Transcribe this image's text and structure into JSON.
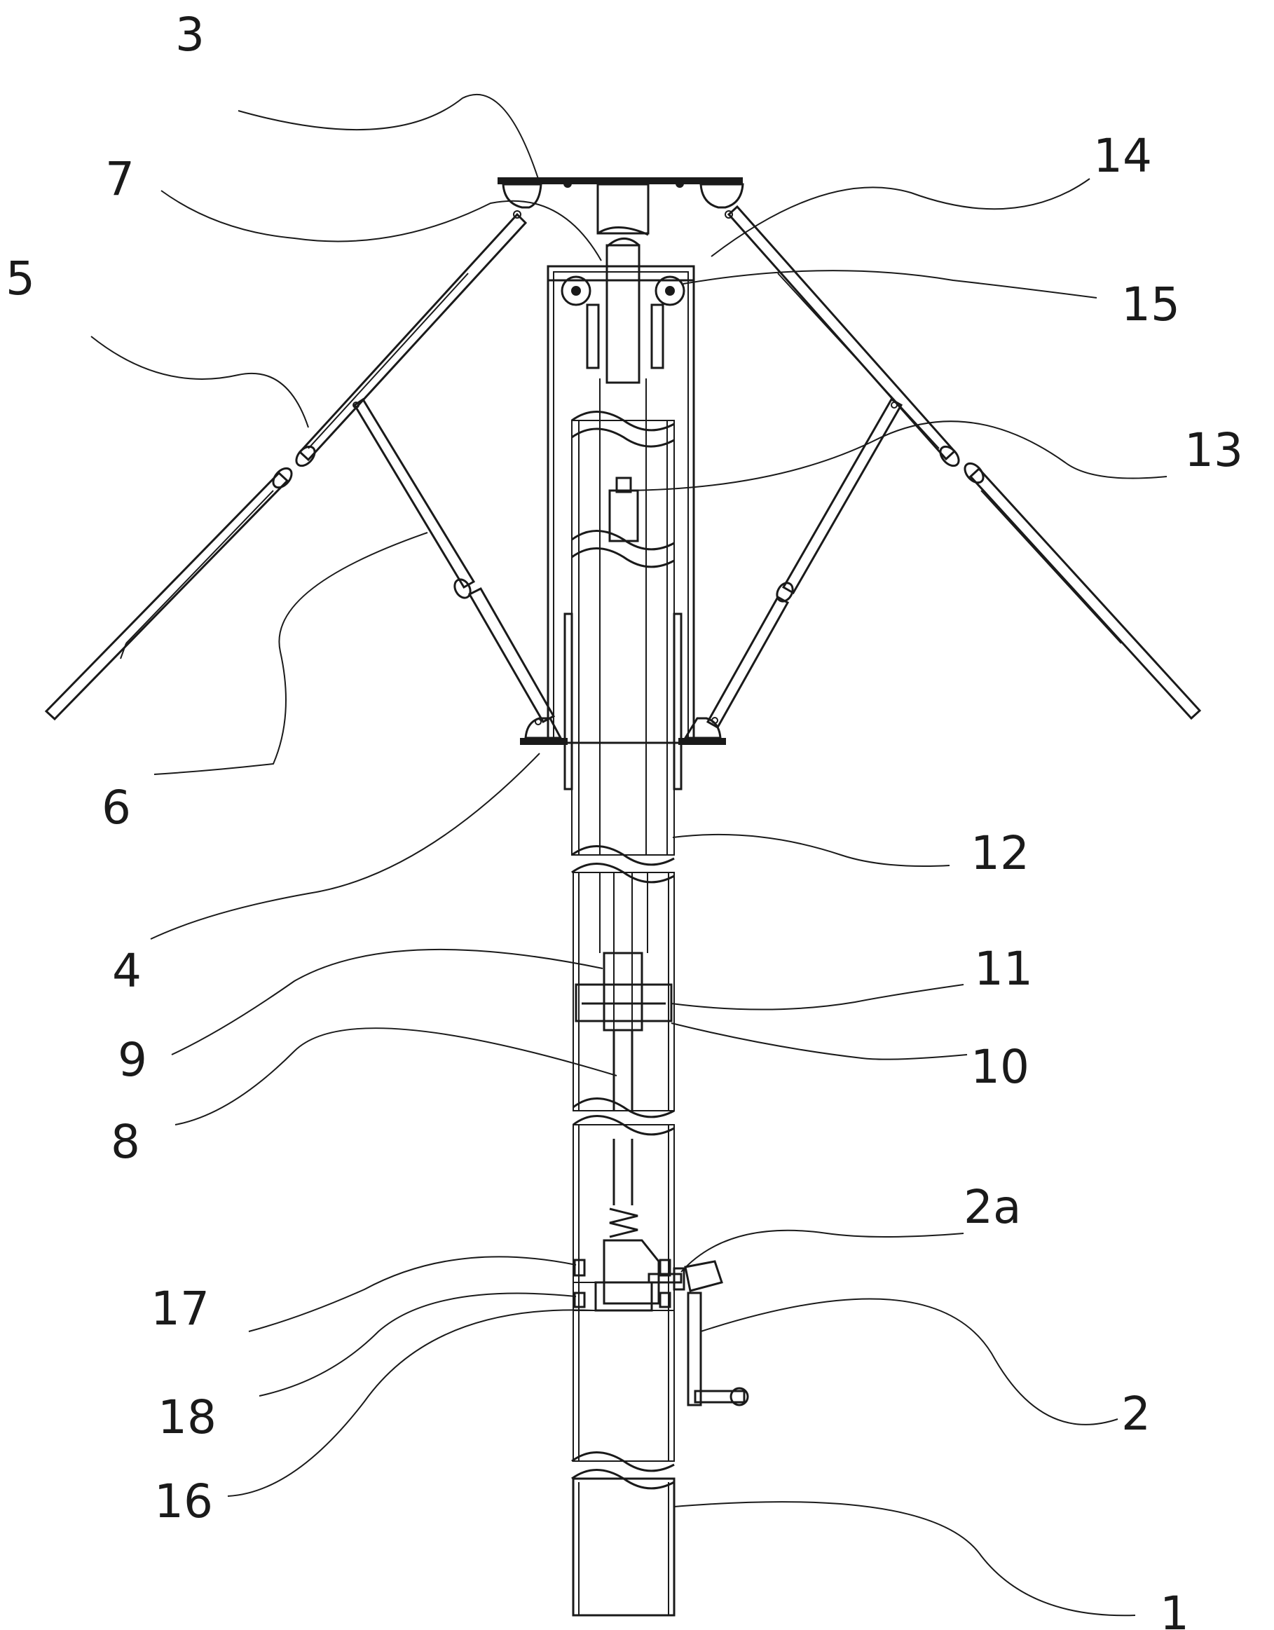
{
  "figure": {
    "labels": {
      "l1": "1",
      "l2": "2",
      "l2a": "2a",
      "l3": "3",
      "l4": "4",
      "l5": "5",
      "l6": "6",
      "l7": "7",
      "l8": "8",
      "l9": "9",
      "l10": "10",
      "l11": "11",
      "l12": "12",
      "l13": "13",
      "l14": "14",
      "l15": "15",
      "l16": "16",
      "l17": "17",
      "l18": "18"
    }
  }
}
